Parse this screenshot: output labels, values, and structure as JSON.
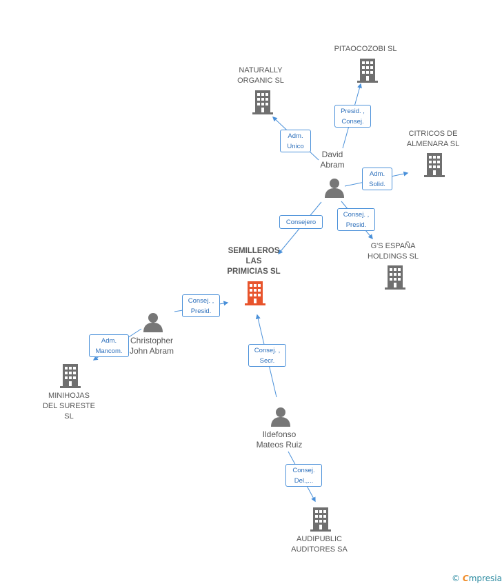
{
  "colors": {
    "edge": "#4a90d9",
    "building": "#6f6f6f",
    "building_main": "#e8542c",
    "person": "#777777"
  },
  "companies": {
    "main": "SEMILLEROS\nLAS\nPRIMICIAS SL",
    "pitaocozobi": "PITAOCOZOBI SL",
    "naturally": "NATURALLY\nORGANIC SL",
    "citricos": "CITRICOS DE\nALMENARA SL",
    "gs": "G'S ESPAÑA\nHOLDINGS  SL",
    "minihojas": "MINIHOJAS\nDEL SURESTE\nSL",
    "audipublic": "AUDIPUBLIC\nAUDITORES SA"
  },
  "people": {
    "david": "David\nAbram",
    "christopher": "Christopher\nJohn Abram",
    "ildefonso": "Ildefonso\nMateos Ruiz"
  },
  "relations": {
    "david_pitaocozobi": "Presid. ,\nConsej.",
    "david_naturally": "Adm.\nUnico",
    "david_citricos": "Adm.\nSolid.",
    "david_gs": "Consej. ,\nPresid.",
    "david_main": "Consejero",
    "christopher_main": "Consej. ,\nPresid.",
    "christopher_minihojas": "Adm.\nMancom.",
    "ildefonso_main": "Consej. ,\nSecr.",
    "ildefonso_audipublic": "Consej.\nDel.,..."
  },
  "footer": {
    "copyright": "©",
    "brand_first": "C",
    "brand_rest": "mpresia"
  }
}
